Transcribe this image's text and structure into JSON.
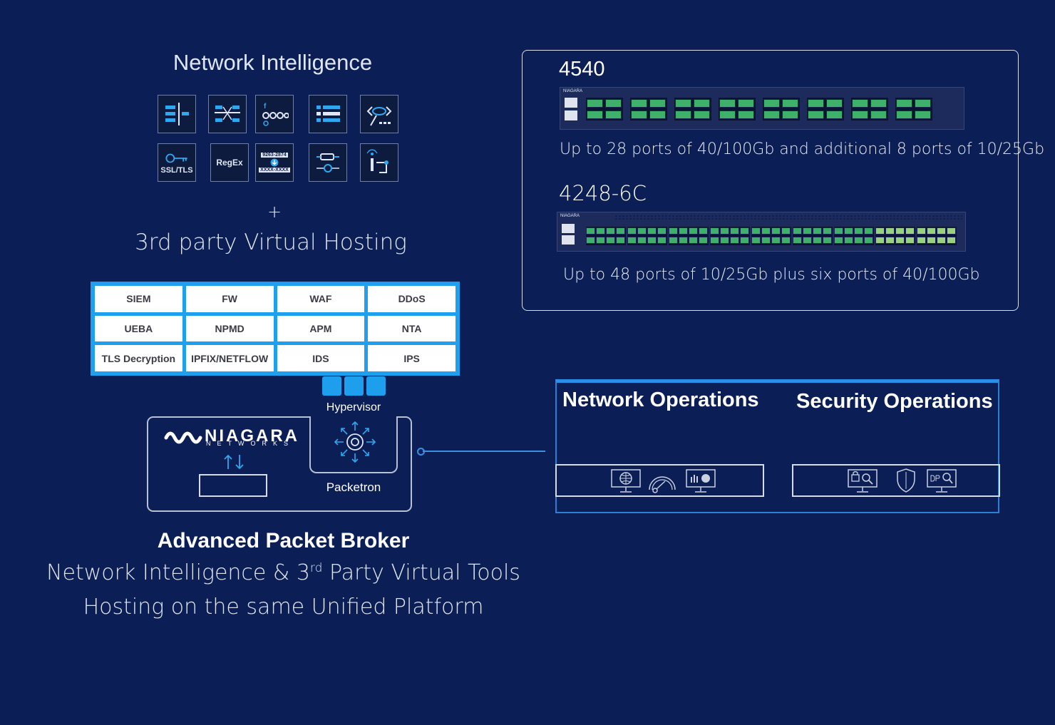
{
  "network_intelligence": {
    "title": "Network Intelligence",
    "icons": [
      {
        "name": "list-filter-icon",
        "label": ""
      },
      {
        "name": "packet-slicing-icon",
        "label": ""
      },
      {
        "name": "social-apps-icon",
        "label": ""
      },
      {
        "name": "list-icon",
        "label": ""
      },
      {
        "name": "code-inspect-icon",
        "label": ""
      },
      {
        "name": "ssl-tls-key-icon",
        "label": "SSL/TLS"
      },
      {
        "name": "regex-icon",
        "label": "RegEx"
      },
      {
        "name": "masking-icon",
        "label": "9263-2874",
        "label2": "XXXX-XXXX"
      },
      {
        "name": "dedup-icon",
        "label": ""
      },
      {
        "name": "flow-icon",
        "label": ""
      }
    ]
  },
  "plus": "+",
  "virtual_hosting": {
    "title": "3rd party Virtual Hosting",
    "tools": [
      "SIEM",
      "FW",
      "WAF",
      "DDoS",
      "UEBA",
      "NPMD",
      "APM",
      "NTA",
      "TLS Decryption",
      "IPFIX/NETFLOW",
      "IDS",
      "IPS"
    ]
  },
  "appliance": {
    "hypervisor": "Hypervisor",
    "packetron": "Packetron",
    "brand": "NIAGARA",
    "brand_sub": "NETWORKS"
  },
  "broker": {
    "title": "Advanced Packet Broker",
    "line1_pre": "Network Intelligence &  3",
    "line1_sup": "rd",
    "line1_post": " Party  Virtual Tools",
    "line2": "Hosting on the same Unified Platform"
  },
  "hardware": {
    "model_a": "4540",
    "desc_a": "Up to 28 ports of 40/100Gb and additional 8 ports of 10/25Gb",
    "model_b": "4248-6C",
    "desc_b": "Up to 48 ports of 10/25Gb plus six ports of 40/100Gb",
    "port_color": "#3fb06a",
    "port_color_b": "#9ad17e"
  },
  "operations": {
    "network_title": "Network Operations",
    "security_title": "Security Operations",
    "network_icons": [
      "globe-monitor-icon",
      "gauge-icon",
      "chart-monitor-icon"
    ],
    "security_icons": [
      "lock-search-monitor-icon",
      "shield-icon",
      "dpi-search-monitor-icon"
    ]
  },
  "colors": {
    "background": "#0b1e56",
    "accent": "#1ea0ee"
  }
}
